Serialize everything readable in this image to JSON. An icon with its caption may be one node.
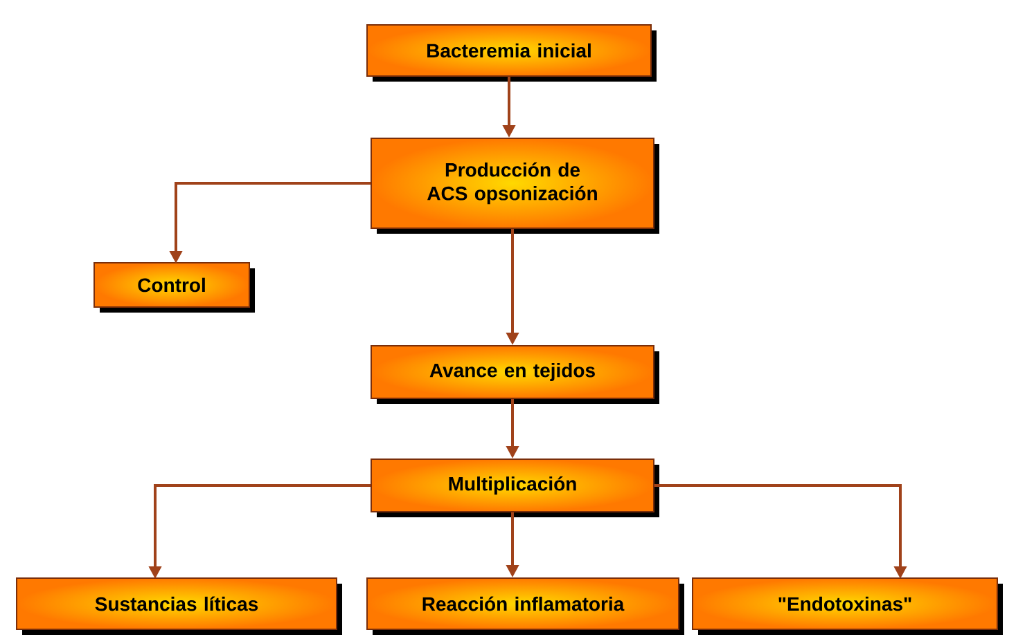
{
  "diagram": {
    "nodes": [
      {
        "text": [
          "Bacteremia inicial"
        ]
      },
      {
        "text": [
          "Producción de ACS opsonización"
        ]
      },
      {
        "text": [
          "Control"
        ]
      },
      {
        "text": [
          "Avance en tejidos"
        ]
      },
      {
        "text": [
          "Multiplicación"
        ]
      },
      {
        "text": [
          "Sustancias líticas"
        ]
      },
      {
        "text": [
          "Reacción inflamatoria"
        ]
      },
      {
        "text": [
          "\"Endotoxinas\""
        ]
      }
    ],
    "edges": [
      {
        "from": 0,
        "to": 1,
        "arrow": "to"
      },
      {
        "from": 1,
        "to": 2,
        "arrow": "to"
      },
      {
        "from": 1,
        "to": 3,
        "arrow": "to"
      },
      {
        "from": 3,
        "to": 4,
        "arrow": "to"
      },
      {
        "from": 4,
        "to": 5,
        "arrow": "to"
      },
      {
        "from": 4,
        "to": 6,
        "arrow": "to"
      },
      {
        "from": 4,
        "to": 7,
        "arrow": "to"
      }
    ]
  }
}
